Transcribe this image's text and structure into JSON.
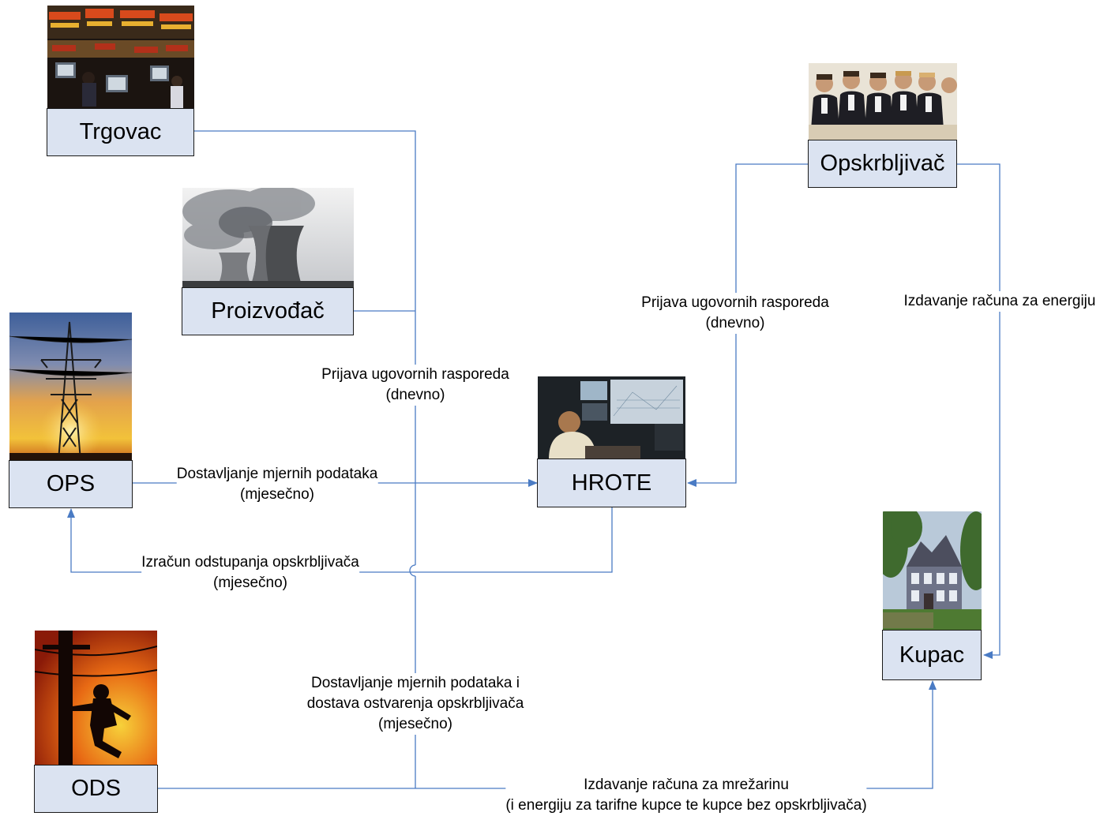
{
  "nodes": {
    "trgovac": "Trgovac",
    "proizvodac": "Proizvođač",
    "ops": "OPS",
    "hrote": "HROTE",
    "opskrbljivac": "Opskrbljivač",
    "kupac": "Kupac",
    "ods": "ODS"
  },
  "labels": {
    "prijava_left": [
      "Prijava ugovornih rasporeda",
      "(dnevno)"
    ],
    "prijava_right": [
      "Prijava ugovornih rasporeda",
      "(dnevno)"
    ],
    "izdavanje_energija": [
      "Izdavanje računa za energiju"
    ],
    "ops_mjerni": [
      "Dostavljanje mjernih podataka",
      "(mjesečno)"
    ],
    "izracun": [
      "Izračun odstupanja opskrbljivača",
      "(mjesečno)"
    ],
    "ods_mjerni": [
      "Dostavljanje mjernih podataka i",
      "dostava ostvarenja opskrbljivača",
      "(mjesečno)"
    ],
    "mrezarina": [
      "Izdavanje računa za mrežarinu",
      "(i energiju za tarifne kupce te kupce bez opskrbljivača)"
    ]
  },
  "colors": {
    "connector": "#4a7bc4",
    "box_fill": "#dbe3f1"
  },
  "icons": {
    "trgovac": "trading-floor-photo",
    "proizvodac": "cooling-tower-photo",
    "ops": "transmission-tower-sunset-photo",
    "hrote": "control-room-photo",
    "opskrbljivac": "business-meeting-photo",
    "kupac": "house-photo",
    "ods": "lineman-silhouette-photo"
  }
}
